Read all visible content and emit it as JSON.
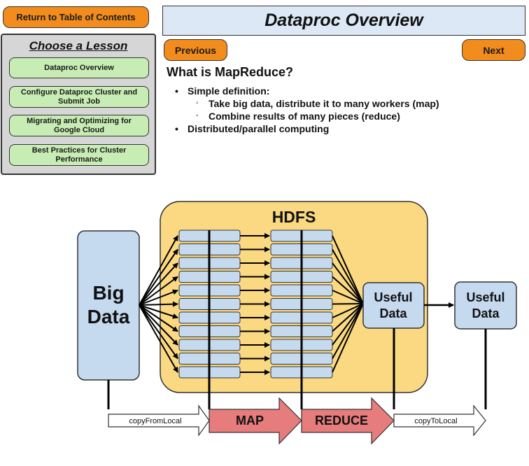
{
  "nav": {
    "toc_label": "Return to Table of Contents",
    "prev_label": "Previous",
    "next_label": "Next"
  },
  "page": {
    "title": "Dataproc Overview"
  },
  "lessons": {
    "heading": "Choose a Lesson",
    "items": [
      {
        "label": "Dataproc Overview"
      },
      {
        "label": "Configure Dataproc Cluster and Submit Job"
      },
      {
        "label": "Migrating and Optimizing for Google Cloud"
      },
      {
        "label": "Best Practices for Cluster Performance"
      }
    ]
  },
  "content": {
    "heading": "What is MapReduce?",
    "bullets": [
      {
        "text": "Simple definition:",
        "sub": [
          "Take big data, distribute it to many workers (map)",
          "Combine results of many pieces (reduce)"
        ]
      },
      {
        "text": "Distributed/parallel computing",
        "sub": []
      }
    ]
  },
  "diagram": {
    "hdfs_label": "HDFS",
    "big_data_label": [
      "Big",
      "Data"
    ],
    "useful_data_label": [
      "Useful",
      "Data"
    ],
    "useful_data_local_label": [
      "Useful",
      "Data"
    ],
    "copy_from_local": "copyFromLocal",
    "copy_to_local": "copyToLocal",
    "map_label": "MAP",
    "reduce_label": "REDUCE"
  },
  "colors": {
    "accent_orange": "#f28c1c",
    "lesson_green": "#c8edb4",
    "title_blue": "#dde8f6",
    "hdfs_yellow": "#fbd982",
    "data_blue": "#c5d9ef",
    "arrow_red": "#e67c7c"
  }
}
